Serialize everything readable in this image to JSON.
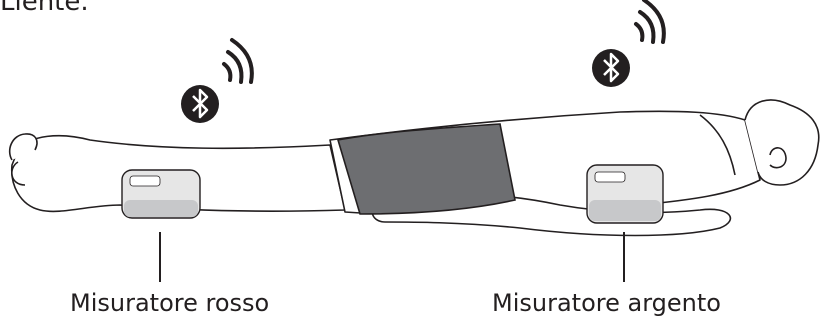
{
  "header": {
    "partial_text": "Liente."
  },
  "captions": {
    "red_monitor": "Misuratore rosso",
    "silver_monitor": "Misuratore argento"
  },
  "icons": {
    "bluetooth_left": "bluetooth-icon",
    "bluetooth_right": "bluetooth-icon",
    "wifi_left": "wireless-signal-icon",
    "wifi_right": "wireless-signal-icon"
  },
  "colors": {
    "line": "#231f20",
    "shorts": "#6d6e71",
    "cuff": "#e6e6e6",
    "cuff_band": "#c7c8ca"
  }
}
